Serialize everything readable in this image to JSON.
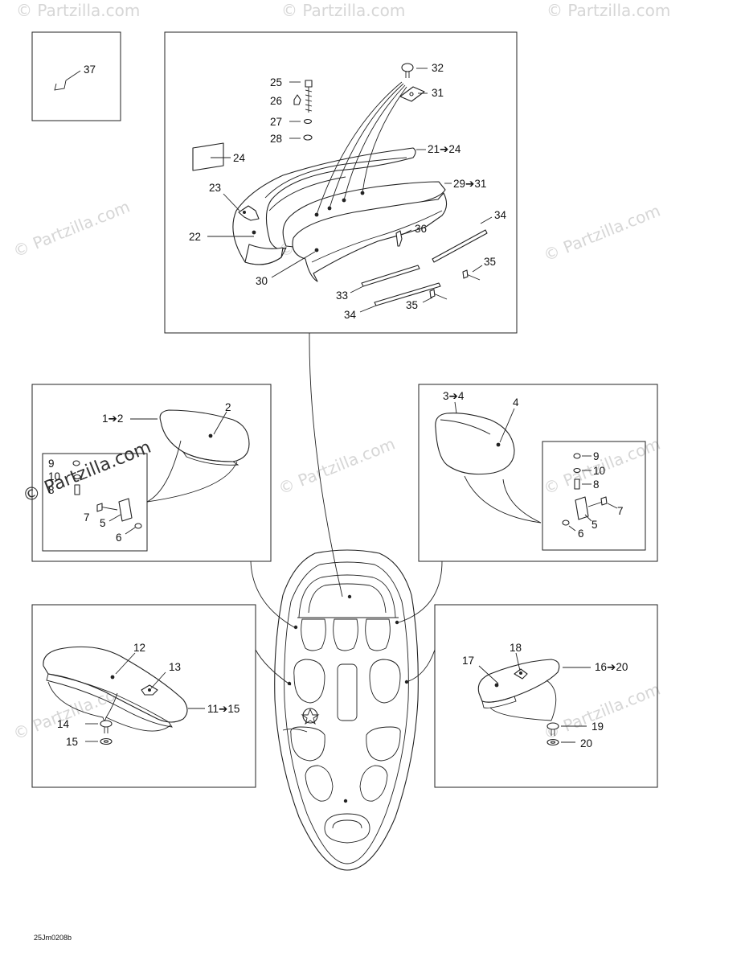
{
  "figure_code": "25Jm0208b",
  "watermark": "© Partzilla.com",
  "callouts": {
    "c37": "37",
    "c32": "32",
    "c31": "31",
    "c25": "25",
    "c26": "26",
    "c27": "27",
    "c28": "28",
    "c21_24": "21➔24",
    "c24": "24",
    "c29_31": "29➔31",
    "c23": "23",
    "c34a": "34",
    "c36": "36",
    "c22": "22",
    "c35a": "35",
    "c30": "30",
    "c33": "33",
    "c35b": "35",
    "c34b": "34",
    "c1_2": "1➔2",
    "c2": "2",
    "c9a": "9",
    "c10a": "10",
    "c8a": "8",
    "c7a": "7",
    "c5a": "5",
    "c6a": "6",
    "c3_4": "3➔4",
    "c4": "4",
    "c9b": "9",
    "c10b": "10",
    "c8b": "8",
    "c7b": "7",
    "c5b": "5",
    "c6b": "6",
    "c12": "12",
    "c13": "13",
    "c11_15": "11➔15",
    "c14": "14",
    "c15": "15",
    "c18": "18",
    "c17": "17",
    "c16_20": "16➔20",
    "c19": "19",
    "c20": "20"
  }
}
